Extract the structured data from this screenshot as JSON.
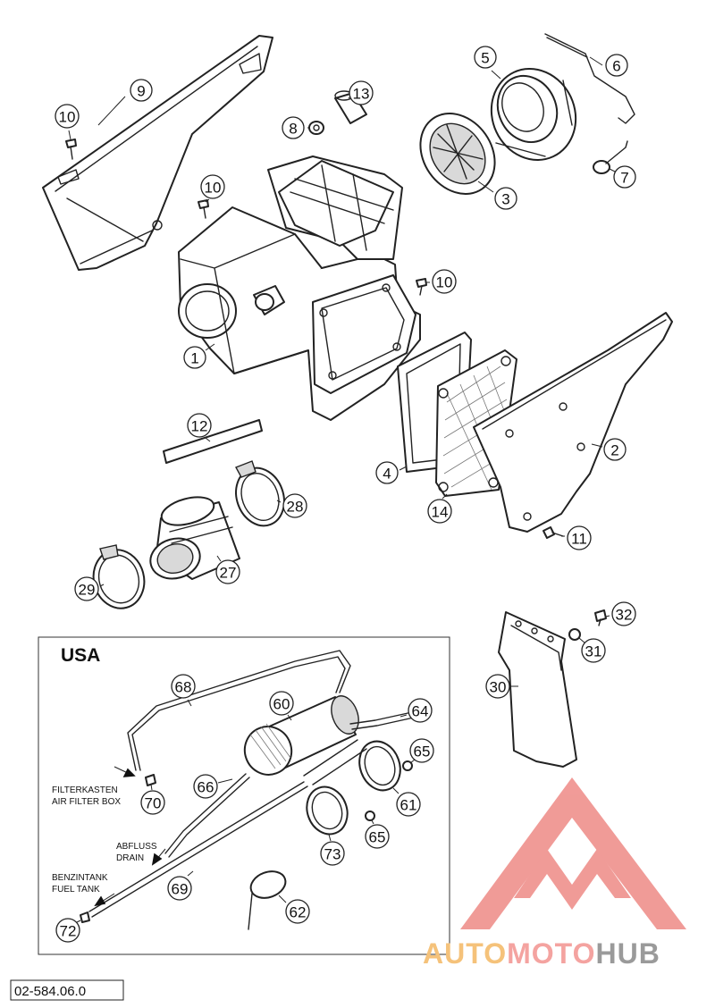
{
  "callouts": [
    {
      "id": "p9",
      "text": "9"
    },
    {
      "id": "p10a",
      "text": "10"
    },
    {
      "id": "p8",
      "text": "8"
    },
    {
      "id": "p13",
      "text": "13"
    },
    {
      "id": "p5",
      "text": "5"
    },
    {
      "id": "p6",
      "text": "6"
    },
    {
      "id": "p7",
      "text": "7"
    },
    {
      "id": "p3",
      "text": "3"
    },
    {
      "id": "p10b",
      "text": "10"
    },
    {
      "id": "p10c",
      "text": "10"
    },
    {
      "id": "p1",
      "text": "1"
    },
    {
      "id": "p2",
      "text": "2"
    },
    {
      "id": "p4",
      "text": "4"
    },
    {
      "id": "p14",
      "text": "14"
    },
    {
      "id": "p11",
      "text": "11"
    },
    {
      "id": "p12",
      "text": "12"
    },
    {
      "id": "p28",
      "text": "28"
    },
    {
      "id": "p27",
      "text": "27"
    },
    {
      "id": "p29",
      "text": "29"
    },
    {
      "id": "p32",
      "text": "32"
    },
    {
      "id": "p31",
      "text": "31"
    },
    {
      "id": "p30",
      "text": "30"
    },
    {
      "id": "p68",
      "text": "68"
    },
    {
      "id": "p60",
      "text": "60"
    },
    {
      "id": "p64",
      "text": "64"
    },
    {
      "id": "p65a",
      "text": "65"
    },
    {
      "id": "p66",
      "text": "66"
    },
    {
      "id": "p70",
      "text": "70"
    },
    {
      "id": "p61",
      "text": "61"
    },
    {
      "id": "p65b",
      "text": "65"
    },
    {
      "id": "p73",
      "text": "73"
    },
    {
      "id": "p69",
      "text": "69"
    },
    {
      "id": "p62",
      "text": "62"
    },
    {
      "id": "p72",
      "text": "72"
    }
  ],
  "inset": {
    "title": "USA",
    "filter_box_de": "FILTERKASTEN",
    "filter_box_en": "AIR FILTER BOX",
    "drain_de": "ABFLUSS",
    "drain_en": "DRAIN",
    "fuel_tank_de": "BENZINTANK",
    "fuel_tank_en": "FUEL TANK"
  },
  "reference_number": "02-584.06.0",
  "watermark": {
    "text_a": "AUTO",
    "text_b": "MOTO",
    "text_c": "HUB",
    "color_a": "#f5c27a",
    "color_b": "#f4a3a0",
    "color_c": "#9a9a9a",
    "logo_color": "#ee8a86"
  }
}
